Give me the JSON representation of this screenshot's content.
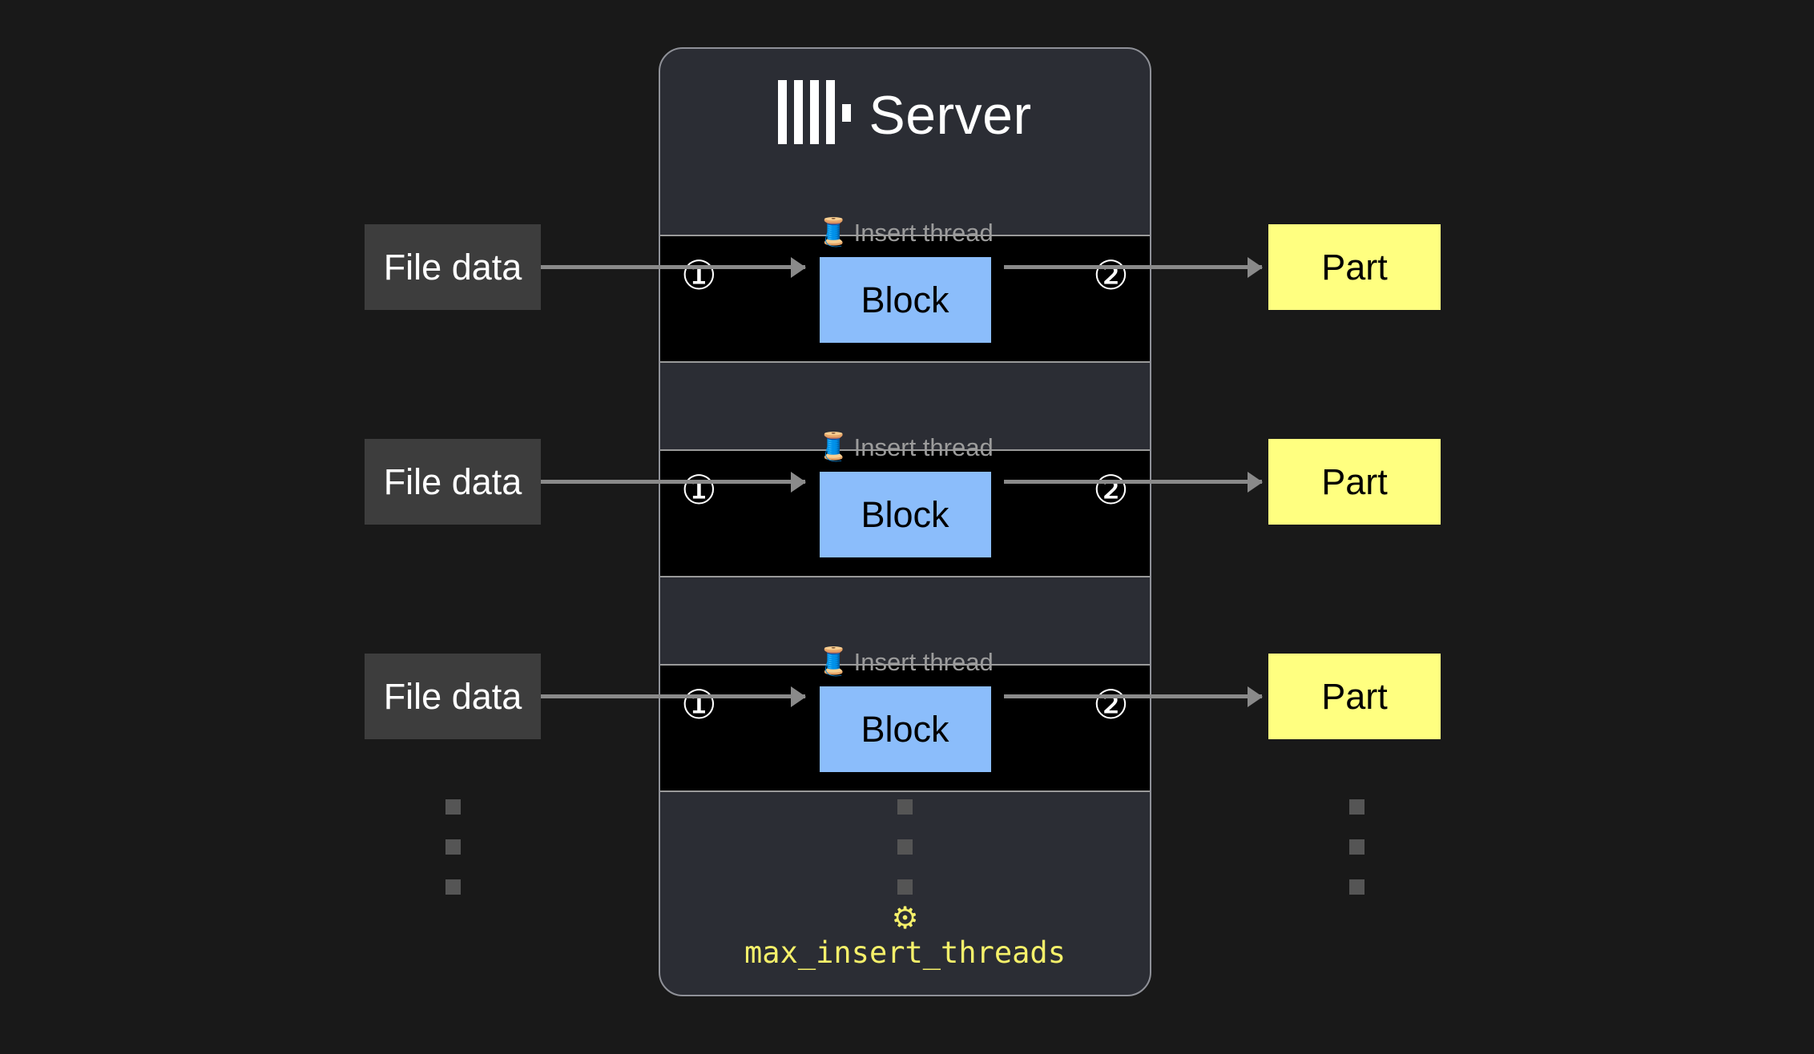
{
  "background_color": "#191919",
  "server": {
    "title": "Server",
    "logo_icon": "clickhouse-logo-icon",
    "card_color": "#2b2d34",
    "border_color": "#8f9198"
  },
  "threads": [
    {
      "label": "Insert thread",
      "spool_icon": "🧵",
      "step_in": "①",
      "step_out": "②",
      "block_label": "Block",
      "block_color": "#8bbdfb",
      "input_label": "File data",
      "input_color": "#3d3d3d",
      "output_label": "Part",
      "output_color": "#ffff80"
    },
    {
      "label": "Insert thread",
      "spool_icon": "🧵",
      "step_in": "①",
      "step_out": "②",
      "block_label": "Block",
      "block_color": "#8bbdfb",
      "input_label": "File data",
      "input_color": "#3d3d3d",
      "output_label": "Part",
      "output_color": "#ffff80"
    },
    {
      "label": "Insert thread",
      "spool_icon": "🧵",
      "step_in": "①",
      "step_out": "②",
      "block_label": "Block",
      "block_color": "#8bbdfb",
      "input_label": "File data",
      "input_color": "#3d3d3d",
      "output_label": "Part",
      "output_color": "#ffff80"
    }
  ],
  "ellipsis": {
    "square_color": "#555555",
    "count": 3
  },
  "setting": {
    "gear_icon": "⚙",
    "name": "max_insert_threads",
    "color": "#f5f06a"
  }
}
